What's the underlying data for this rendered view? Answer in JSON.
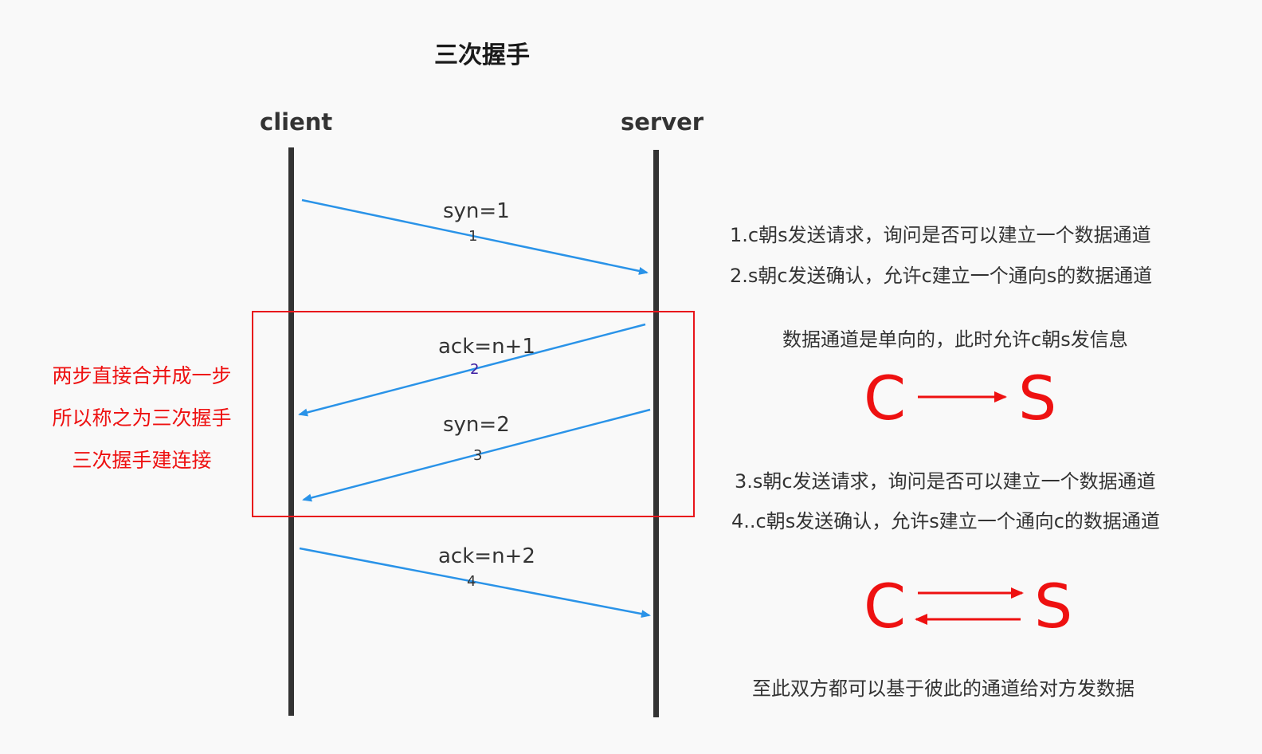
{
  "title": "三次握手",
  "actors": {
    "client": "client",
    "server": "server"
  },
  "messages": [
    {
      "label": "syn=1",
      "number": "1",
      "direction": "client-to-server"
    },
    {
      "label": "ack=n+1",
      "number": "2",
      "direction": "server-to-client"
    },
    {
      "label": "syn=2",
      "number": "3",
      "direction": "server-to-client"
    },
    {
      "label": "ack=n+2",
      "number": "4",
      "direction": "client-to-server"
    }
  ],
  "note_lines": [
    "两步直接合并成一步",
    "所以称之为三次握手",
    "三次握手建连接"
  ],
  "descriptions": {
    "line1": "1.c朝s发送请求，询问是否可以建立一个数据通道",
    "line2": "2.s朝c发送确认，允许c建立一个通向s的数据通道",
    "line3": "数据通道是单向的，此时允许c朝s发信息",
    "line4": "3.s朝c发送请求，询问是否可以建立一个数据通道",
    "line5": "4..c朝s发送确认，允许s建立一个通向c的数据通道",
    "line6": "至此双方都可以基于彼此的通道给对方发数据"
  },
  "diagram1": {
    "left": "C",
    "right": "S"
  },
  "diagram2": {
    "left": "C",
    "right": "S"
  },
  "colors": {
    "arrow": "#2a93e8",
    "accent": "#ee1111",
    "box": "#e8151b"
  }
}
